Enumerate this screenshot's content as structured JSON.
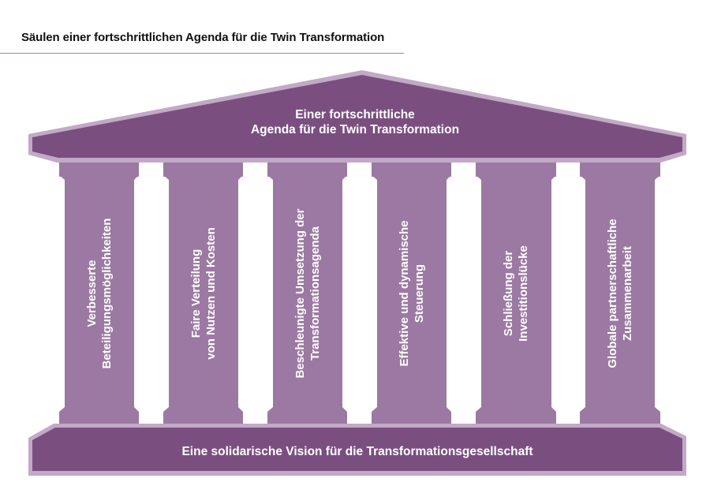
{
  "title": "Säulen einer fortschrittlichen Agenda für die Twin Transformation",
  "colors": {
    "roof_fill": "#7a4f80",
    "outline": "#c2a9c6",
    "column_fill": "#9c79a2",
    "title_rule": "#a782a5",
    "text_on_shape": "#ffffff"
  },
  "roof": {
    "line1": "Einer fortschrittliche",
    "line2": "Agenda für die Twin Transformation"
  },
  "pillars": [
    {
      "line1": "Verbesserte",
      "line2": "Beteiligungsmöglichkeiten"
    },
    {
      "line1": "Faire Verteilung",
      "line2": "von Nutzen und Kosten"
    },
    {
      "line1": "Beschleunigte Umsetzung der",
      "line2": "Transformationsagenda"
    },
    {
      "line1": "Effektive und dynamische",
      "line2": "Steuerung"
    },
    {
      "line1": "Schließung der",
      "line2": "Investitionslücke"
    },
    {
      "line1": "Globale partnerschaftliche",
      "line2": "Zusammenarbeit"
    }
  ],
  "base": {
    "label": "Eine solidarische Vision für die Transformationsgesellschaft"
  }
}
